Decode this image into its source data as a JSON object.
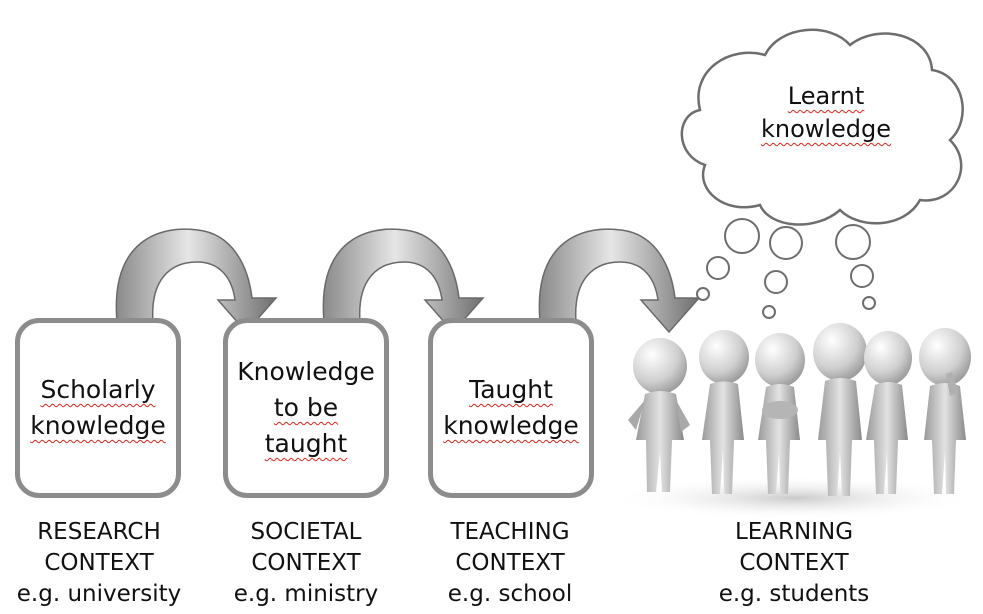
{
  "stages": [
    {
      "box_lines": [
        {
          "t": "Scholarly",
          "sq": true
        },
        {
          "t": "knowledge",
          "sq": true
        }
      ],
      "context": "RESEARCH",
      "context2": "CONTEXT",
      "example": "e.g. university"
    },
    {
      "box_lines": [
        {
          "t": "Knowledge",
          "sq": false
        },
        {
          "t": "to be",
          "sq": true
        },
        {
          "t": "taught",
          "sq": true
        }
      ],
      "context": "SOCIETAL",
      "context2": "CONTEXT",
      "example": "e.g. ministry"
    },
    {
      "box_lines": [
        {
          "t": "Taught",
          "sq": true
        },
        {
          "t": "knowledge",
          "sq": true
        }
      ],
      "context": "TEACHING",
      "context2": "CONTEXT",
      "example": "e.g. school"
    }
  ],
  "learning": {
    "context": "LEARNING",
    "context2": "CONTEXT",
    "example": "e.g. students"
  },
  "cloud": {
    "line1": "Learnt",
    "line2": "knowledge"
  },
  "colors": {
    "box_border": "#8c8c8c",
    "arrow_light": "#d4d4d4",
    "arrow_dark": "#7a7a7a",
    "spellcheck": "#d9261c"
  }
}
